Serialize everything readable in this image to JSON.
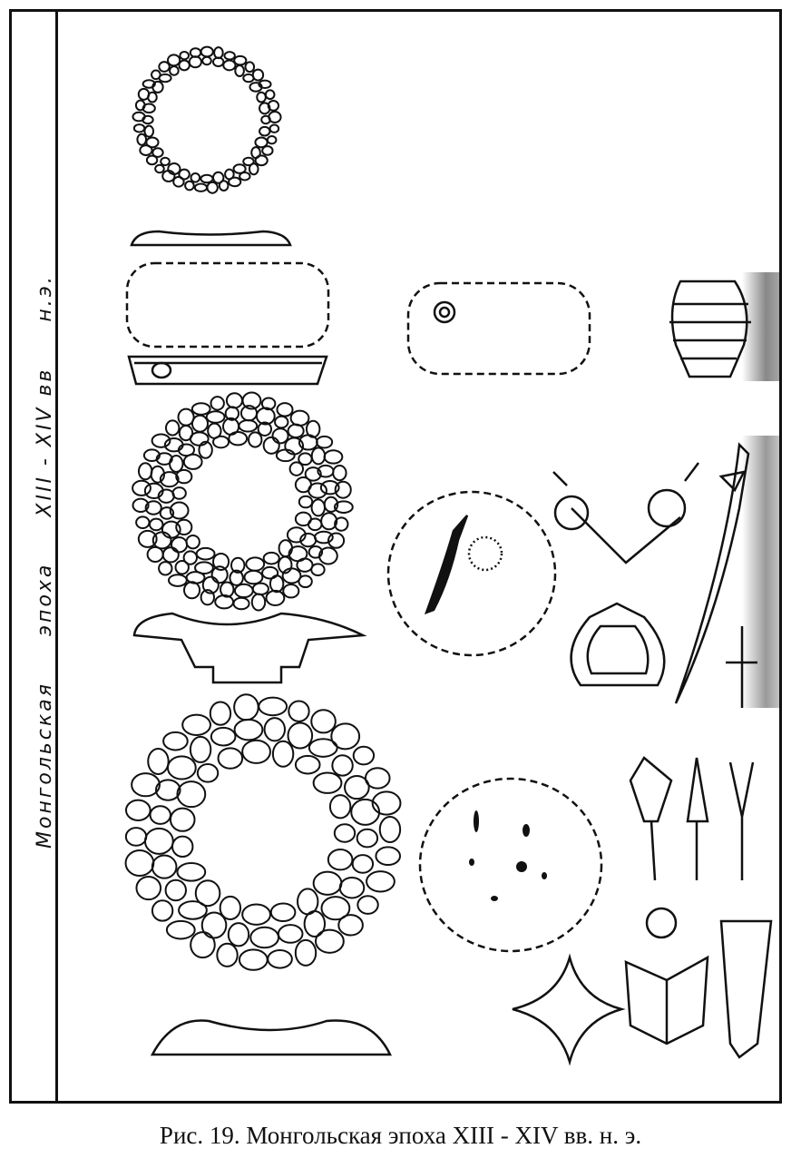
{
  "figure": {
    "side_label": {
      "part1": "Монгольская",
      "part2": "эпоха",
      "part3": "XIII - XIV вв",
      "part4": "н.э."
    },
    "caption": "Рис. 19. Монгольская эпоха XIII - XIV вв. н. э."
  }
}
